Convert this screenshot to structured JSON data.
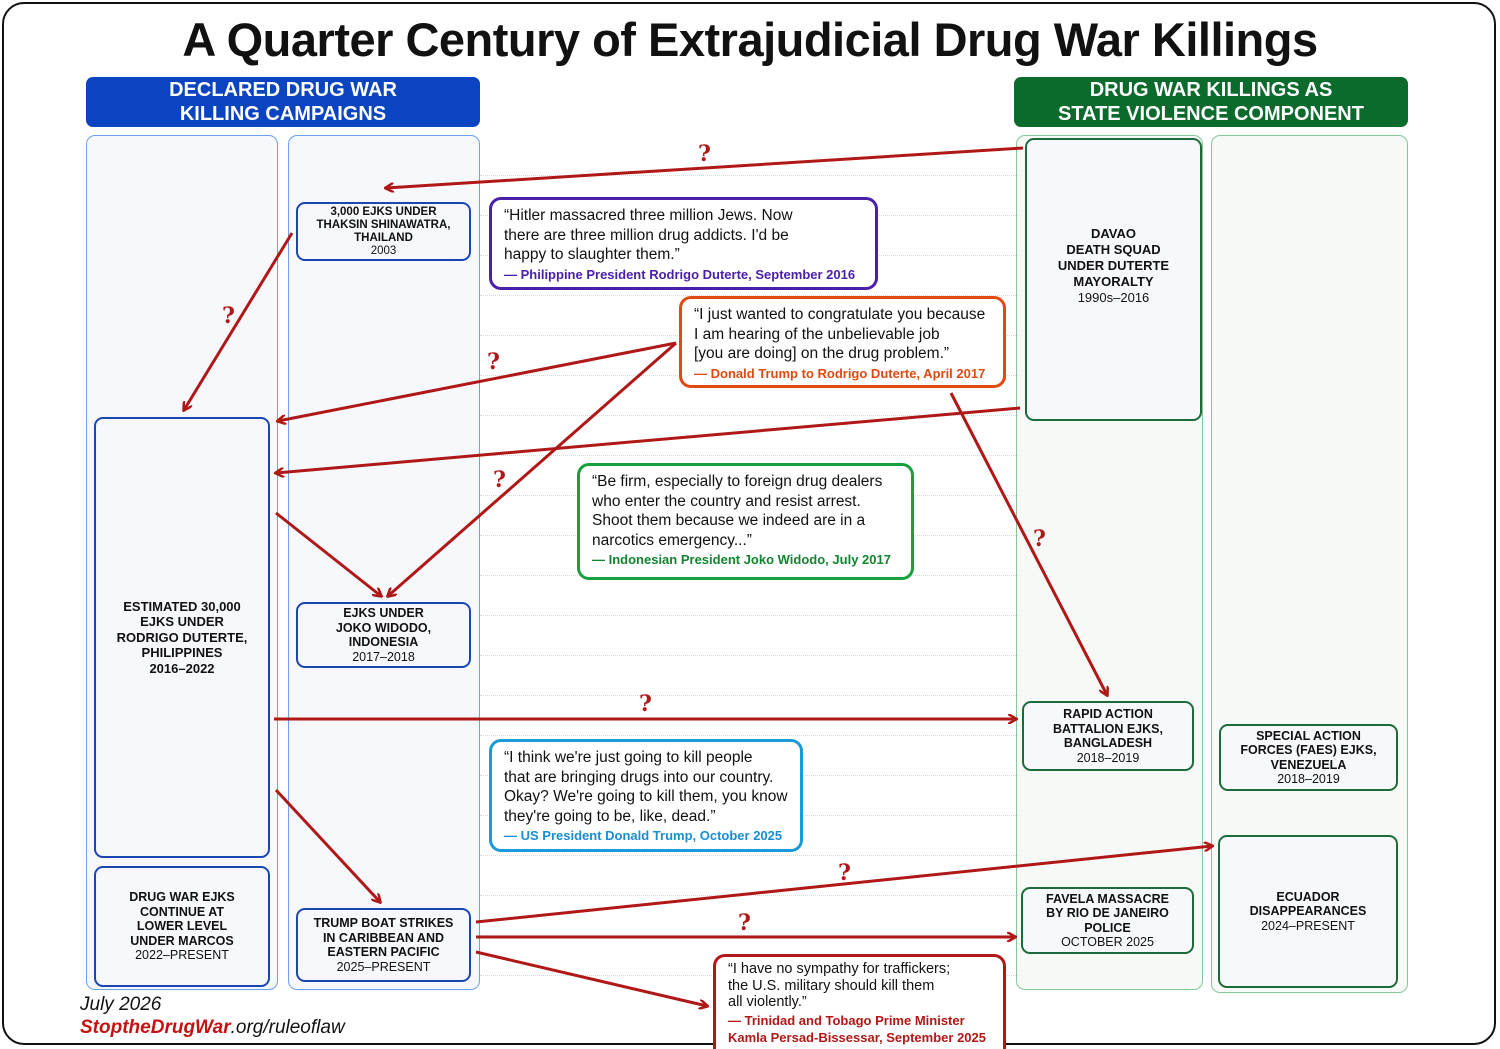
{
  "title": "A Quarter Century of Extrajudicial Drug War Killings",
  "headers": {
    "left": "DECLARED DRUG WAR\nKILLING CAMPAIGNS",
    "right": "DRUG WAR KILLINGS AS\nSTATE VIOLENCE COMPONENT"
  },
  "boxes": {
    "thailand": {
      "title": "3,000 EJKS UNDER\nTHAKSIN SHINAWATRA,\nTHAILAND",
      "detail": "2003"
    },
    "philippines": {
      "title": "ESTIMATED 30,000\nEJKS UNDER\nRODRIGO DUTERTE,\nPHILIPPINES",
      "detail": "2016–2022"
    },
    "marcos": {
      "title": "DRUG WAR EJKS\nCONTINUE AT\nLOWER LEVEL\nUNDER MARCOS",
      "detail": "2022–PRESENT"
    },
    "indonesia": {
      "title": "EJKS UNDER\nJOKO WIDODO,\nINDONESIA",
      "detail": "2017–2018"
    },
    "trump_strikes": {
      "title": "TRUMP BOAT STRIKES\nIN CARIBBEAN AND\nEASTERN PACIFIC",
      "detail": "2025–PRESENT"
    },
    "davao": {
      "title": "DAVAO\nDEATH SQUAD\nUNDER DUTERTE\nMAYORALTY",
      "detail": "1990s–2016"
    },
    "bangladesh": {
      "title": "RAPID ACTION\nBATTALION EJKS,\nBANGLADESH",
      "detail": "2018–2019"
    },
    "venezuela": {
      "title": "SPECIAL ACTION\nFORCES (FAES) EJKS,\nVENEZUELA",
      "detail": "2018–2019"
    },
    "rio": {
      "title": "FAVELA MASSACRE\nBY RIO DE JANEIRO\nPOLICE",
      "detail": "OCTOBER 2025"
    },
    "ecuador": {
      "title": "ECUADOR\nDISAPPEARANCES",
      "detail": "2024–PRESENT"
    }
  },
  "quotes": {
    "duterte": {
      "text": "“Hitler massacred three million Jews. Now\nthere are three million drug addicts. I'd be\nhappy to slaughter them.”",
      "attribution": "— Philippine President Rodrigo Duterte, September 2016",
      "color": "#4b1fa8"
    },
    "trump_congrats": {
      "text": "“I just wanted to congratulate you because\nI am hearing of the unbelievable job\n[you are doing] on the drug problem.”",
      "attribution": "— Donald Trump to Rodrigo Duterte, April 2017",
      "color": "#e04a10"
    },
    "widodo": {
      "text": "“Be firm, especially to foreign drug dealers\nwho enter the country and resist arrest.\nShoot them because we indeed are in a\nnarcotics emergency...”",
      "attribution": "— Indonesian President Joko Widodo, July 2017",
      "color": "#18a03c"
    },
    "trump_kill": {
      "text": "“I think we're just going to kill people\nthat are bringing drugs into our country.\nOkay? We're going to kill them, you know\nthey're going to be, like, dead.”",
      "attribution": "— US President Donald Trump, October 2025",
      "color": "#1a9ad8"
    },
    "persad": {
      "text": "“I have no sympathy for traffickers;\nthe U.S. military should kill them\nall violently.”",
      "attribution": "— Trinidad and Tobago Prime Minister\nKamla Persad-Bissessar, September 2025",
      "color": "#b01818"
    }
  },
  "question_mark": "?",
  "footer": {
    "date": "July 2026",
    "url_part1": "Stopthe",
    "url_part2": "DrugWar",
    "url_part3": ".org/ruleoflaw"
  },
  "colors": {
    "blue_header": "#0a44c0",
    "green_header": "#0b6b2c",
    "arrow": "#b01818"
  }
}
